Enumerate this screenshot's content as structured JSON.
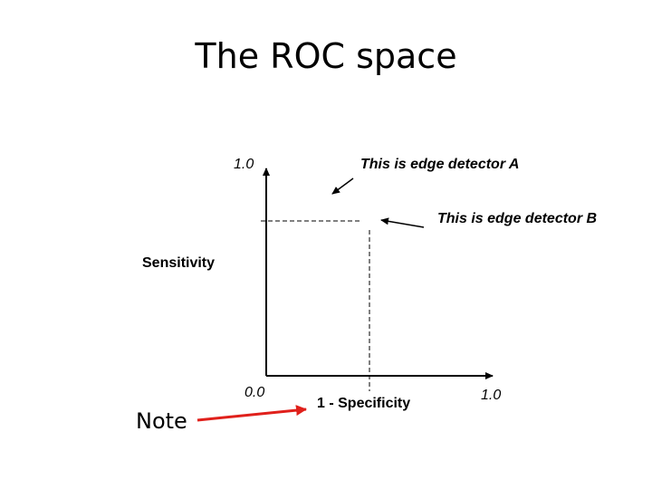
{
  "title": "The ROC space",
  "y_axis": {
    "label": "Sensitivity",
    "max_label": "1.0"
  },
  "x_axis": {
    "label": "1 - Specificity",
    "min_label": "0.0",
    "max_label": "1.0"
  },
  "annotations": {
    "detector_a": "This is edge detector A",
    "detector_b": "This is edge detector B",
    "note": "Note"
  },
  "colors": {
    "axis": "#000000",
    "note_arrow": "#e0201b",
    "text": "#000000"
  }
}
